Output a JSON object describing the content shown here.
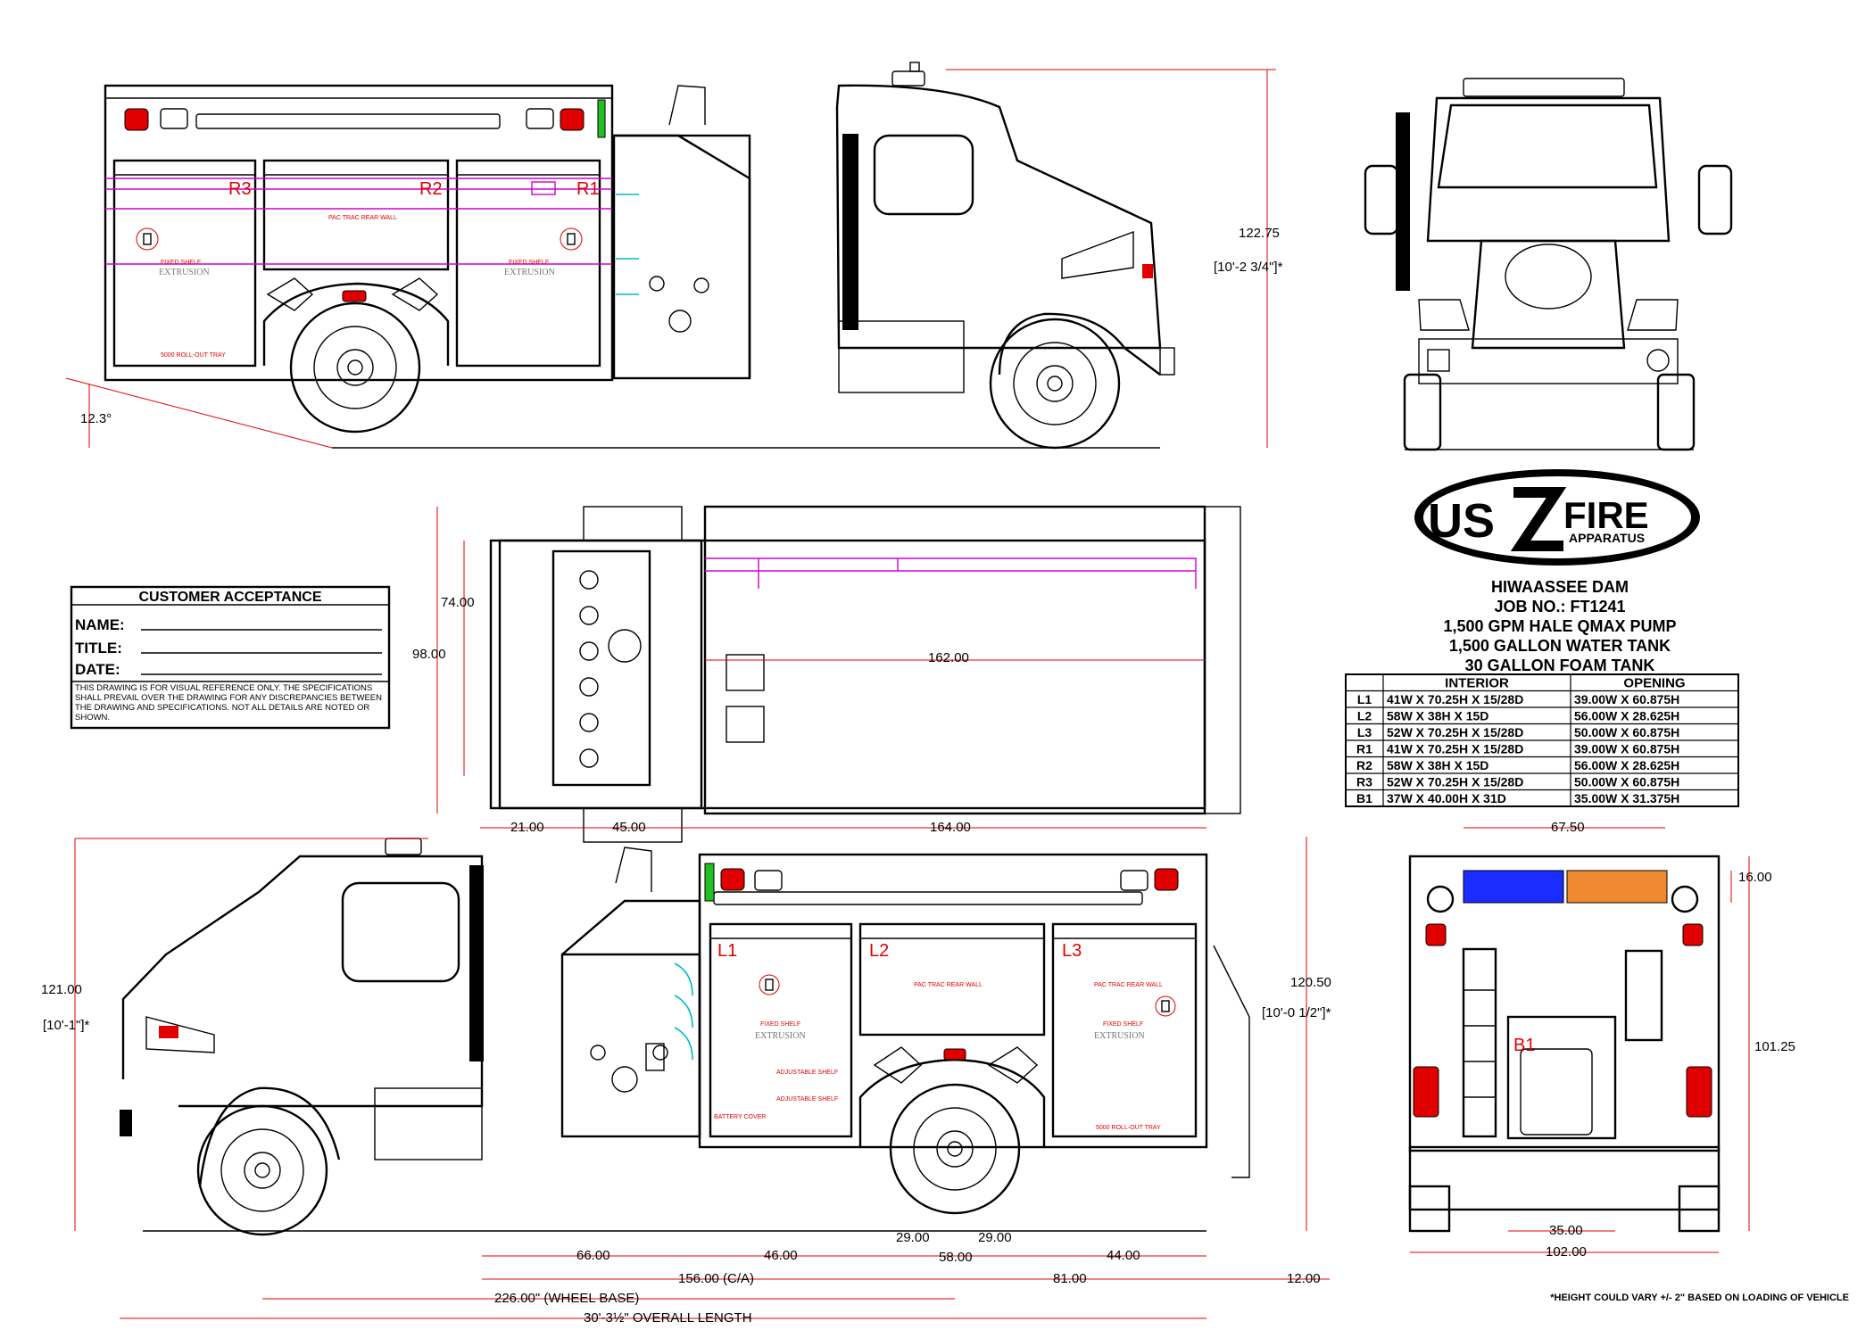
{
  "dimensions": {
    "top_height": "122.75",
    "top_height_ft": "[10'-2 3/4\"]*",
    "top_angle": "12.3°",
    "plan_width_inner": "74.00",
    "plan_width_outer": "98.00",
    "plan_body_len": "162.00",
    "side_height": "121.00",
    "side_height_ft": "[10'-1\"]*",
    "side_body_height": "120.50",
    "side_body_height_ft": "[10'-0 1/2\"]*",
    "d21": "21.00",
    "d45": "45.00",
    "d164": "164.00",
    "d66": "66.00",
    "d46": "46.00",
    "d29a": "29.00",
    "d29b": "29.00",
    "d58": "58.00",
    "d44": "44.00",
    "d156": "156.00 (C/A)",
    "d81": "81.00",
    "d12": "12.00",
    "wheel_base": "226.00\" (WHEEL BASE)",
    "overall_length": "30'-3½\" OVERALL LENGTH",
    "rear_width_top": "67.50",
    "rear_lightbar": "16.00",
    "rear_height": "101.25",
    "rear_inner": "35.00",
    "rear_width": "102.00"
  },
  "compartment_labels": {
    "r3": "R3",
    "r2": "R2",
    "r1": "R1",
    "l1": "L1",
    "l2": "L2",
    "l3": "L3",
    "b1": "B1"
  },
  "panel_notes": {
    "pac_trac": "PAC TRAC REAR WALL",
    "fixed_shelf": "FIXED SHELF",
    "extrusion": "EXTRUSION",
    "rollout": "5000 ROLL-OUT TRAY",
    "adjustable_shelf": "ADJUSTABLE SHELF",
    "battery_cover": "BATTERY COVER"
  },
  "acceptance": {
    "title": "CUSTOMER ACCEPTANCE",
    "name_label": "NAME:",
    "title_label": "TITLE:",
    "date_label": "DATE:",
    "disclaimer": "THIS DRAWING IS FOR VISUAL REFERENCE ONLY. THE SPECIFICATIONS SHALL PREVAIL OVER THE DRAWING FOR ANY DISCREPANCIES BETWEEN THE DRAWING AND SPECIFICATIONS. NOT ALL DETAILS ARE NOTED OR SHOWN."
  },
  "logo": {
    "us": "US",
    "fire": "FIRE",
    "apparatus": "APPARATUS"
  },
  "job": {
    "customer": "HIWAASSEE DAM",
    "job_no": "JOB NO.: FT1241",
    "pump": "1,500 GPM HALE QMAX PUMP",
    "water": "1,500 GALLON WATER TANK",
    "foam": "30 GALLON FOAM TANK"
  },
  "compartments": {
    "headers": [
      "",
      "INTERIOR",
      "OPENING"
    ],
    "rows": [
      [
        "L1",
        "41W X 70.25H X 15/28D",
        "39.00W X 60.875H"
      ],
      [
        "L2",
        "58W X 38H X 15D",
        "56.00W X 28.625H"
      ],
      [
        "L3",
        "52W X 70.25H X 15/28D",
        "50.00W X 60.875H"
      ],
      [
        "R1",
        "41W X 70.25H X 15/28D",
        "39.00W X 60.875H"
      ],
      [
        "R2",
        "58W X 38H X 15D",
        "56.00W X 28.625H"
      ],
      [
        "R3",
        "52W X 70.25H X 15/28D",
        "50.00W X 60.875H"
      ],
      [
        "B1",
        "37W X 40.00H X 31D",
        "35.00W X 31.375H"
      ]
    ]
  },
  "footnote": "*HEIGHT COULD VARY +/- 2\" BASED ON LOADING OF VEHICLE",
  "colors": {
    "accent": "#e00000",
    "plumbing": "#d000d0",
    "hose": "#00b8c8",
    "lightbar_blue": "#1a2cff",
    "lightbar_amber": "#f08a30"
  }
}
